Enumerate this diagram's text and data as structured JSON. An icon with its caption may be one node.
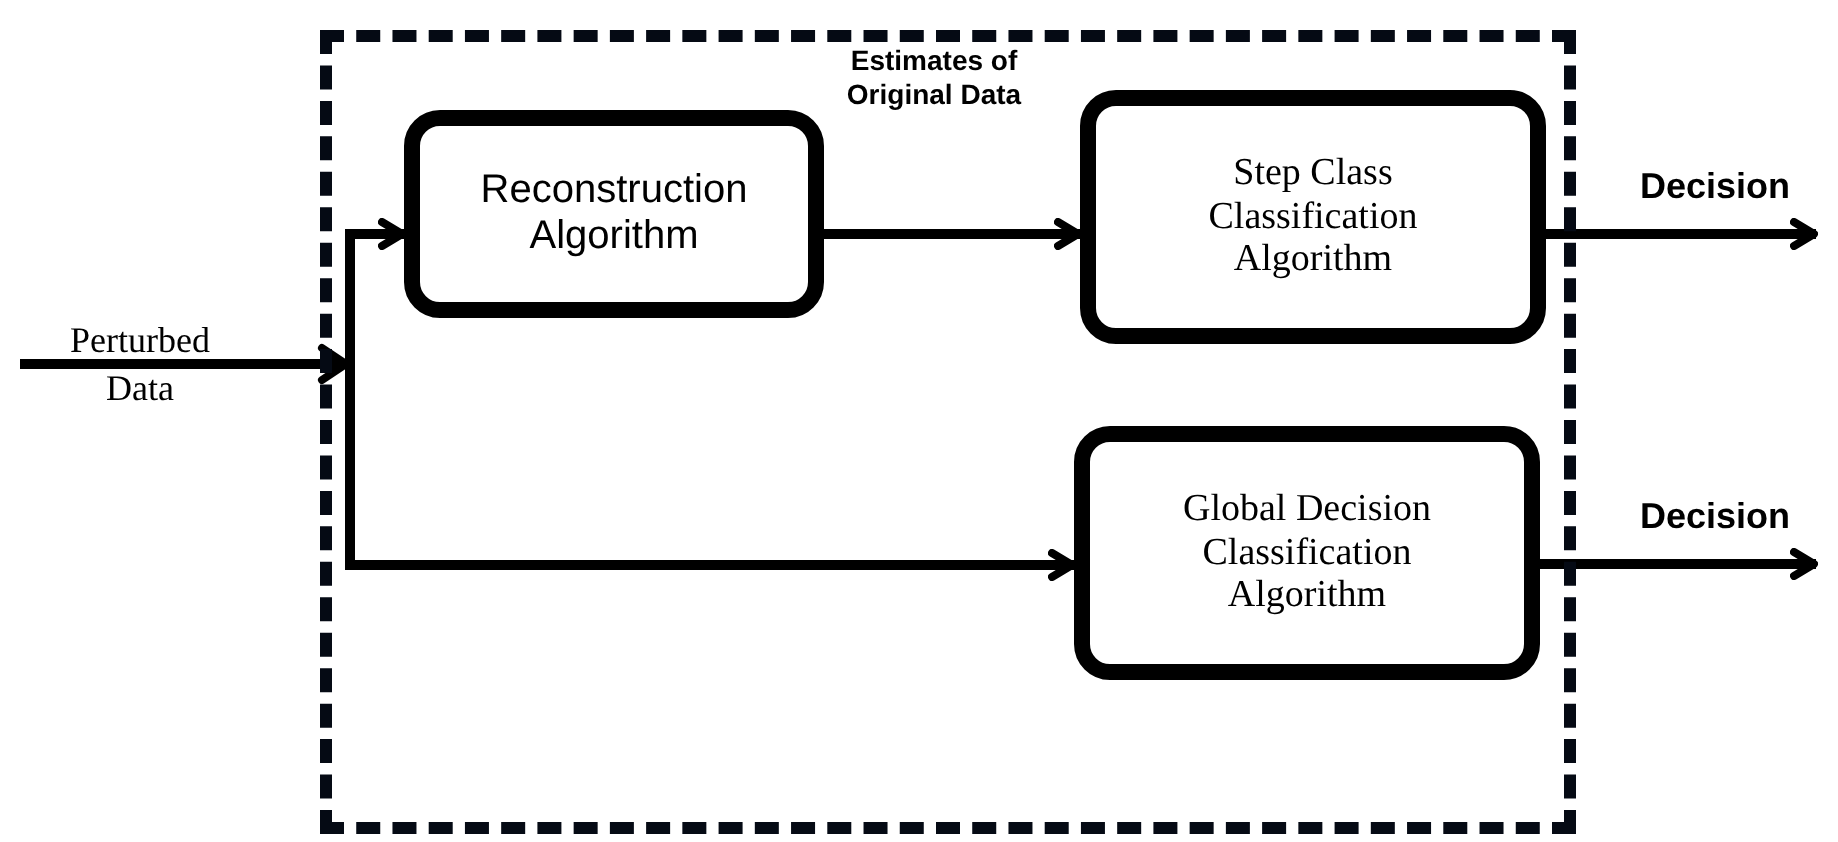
{
  "diagram": {
    "nodes": [
      {
        "text": [],
        "shape": "box"
      },
      {
        "text": [
          "Reconstruction Algorithm"
        ],
        "in": 0
      },
      {
        "text": [
          "Step Class Classification Algorithm"
        ],
        "in": 0
      },
      {
        "text": [
          "Global Decision Classification Algorithm"
        ],
        "in": 0
      }
    ],
    "edges": [
      {
        "from": null,
        "to": 1,
        "arrow": "to",
        "label": "Perturbed Data"
      },
      {
        "from": null,
        "to": 3,
        "arrow": "to"
      },
      {
        "from": 1,
        "to": 2,
        "arrow": "to",
        "label": "Estimates of Original Data"
      },
      {
        "from": 2,
        "to": null,
        "arrow": "to",
        "label": "Decision"
      },
      {
        "from": 3,
        "to": null,
        "arrow": "to",
        "label": "Decision"
      }
    ]
  }
}
